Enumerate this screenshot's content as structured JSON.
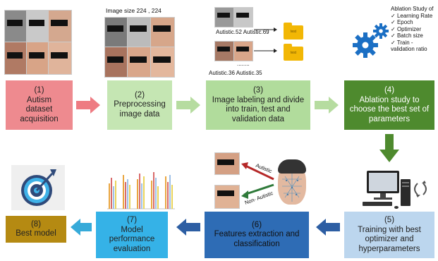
{
  "top_annotations": {
    "image_size": "Image size 224 , 224",
    "autistic_top": "Autistic.52 Autistic.69",
    "autistic_bottom": "Autistic.36 Autistic.35",
    "dots": "........",
    "folder_label": "test"
  },
  "ablation": {
    "title": "Ablation Study of",
    "items": [
      "Learning Rate",
      "Epoch",
      "Optimizer",
      "Batch size",
      "Train -\nvalidation ratio"
    ]
  },
  "classification": {
    "autistic_label": "Autistic",
    "non_autistic_label": "Non- Autistic"
  },
  "steps": [
    {
      "num": "(1)",
      "lines": [
        "Autism",
        "dataset",
        "acquisition"
      ]
    },
    {
      "num": "(2)",
      "lines": [
        "Preprocessing",
        "image data"
      ]
    },
    {
      "num": "(3)",
      "lines": [
        "Image labeling and divide",
        "into train, test and",
        "validation data"
      ]
    },
    {
      "num": "(4)",
      "lines": [
        "Ablation study to",
        "choose the best set of",
        "parameters"
      ]
    },
    {
      "num": "(5)",
      "lines": [
        "Training with best",
        "optimizer and",
        "hyperparameters"
      ]
    },
    {
      "num": "(6)",
      "lines": [
        "Features extraction and",
        "classification"
      ]
    },
    {
      "num": "(7)",
      "lines": [
        "Model",
        "performance",
        "evaluation"
      ]
    },
    {
      "num": "(8)",
      "lines": [
        "Best model"
      ]
    }
  ],
  "colors": {
    "step1": "#ee8a8f",
    "step2": "#c5e6b3",
    "step3": "#b1dc9c",
    "step4": "#4e8a2e",
    "step5": "#bcd6ee",
    "step6": "#2e6cb5",
    "step7": "#35b2e7",
    "step8": "#b58a12",
    "arrow_red": "#ee7b82",
    "arrow_green": "#b6dca0",
    "arrow_dark_green": "#4e8a2e",
    "arrow_blue": "#2d5ea3",
    "arrow_cyan": "#36aad9"
  }
}
